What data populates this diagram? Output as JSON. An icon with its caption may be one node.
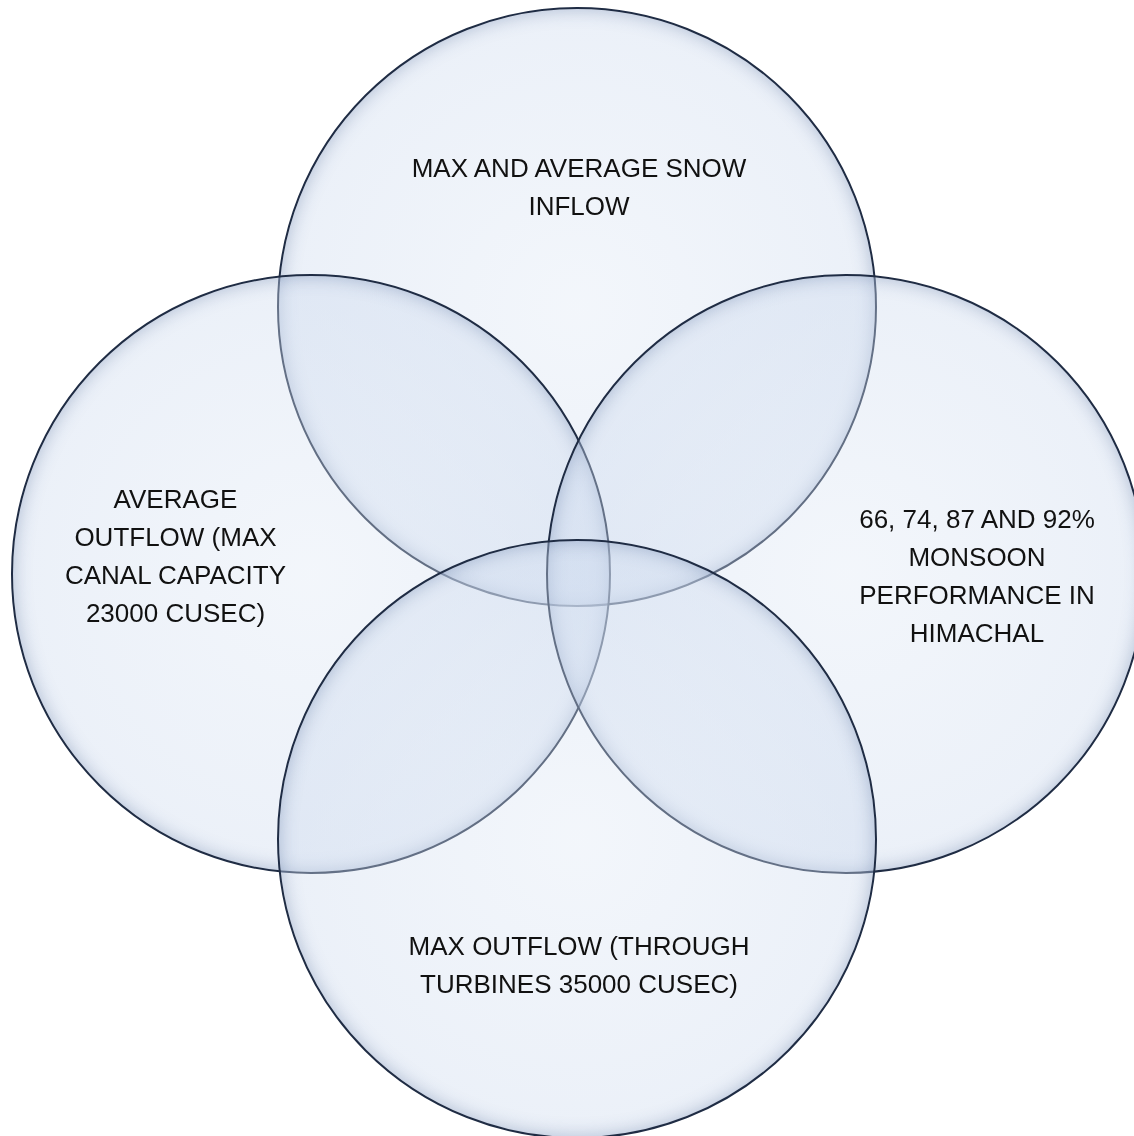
{
  "diagram": {
    "nodes": [
      {
        "text": [
          "MAX AND AVERAGE SNOW INFLOW"
        ]
      },
      {
        "text": [
          "AVERAGE OUTFLOW (MAX CANAL CAPACITY 23000 CUSEC)"
        ]
      },
      {
        "text": [
          "66, 74, 87 AND 92% MONSOON PERFORMANCE IN HIMACHAL"
        ]
      },
      {
        "text": [
          "MAX OUTFLOW (THROUGH TURBINES 35000 CUSEC)"
        ]
      }
    ]
  }
}
